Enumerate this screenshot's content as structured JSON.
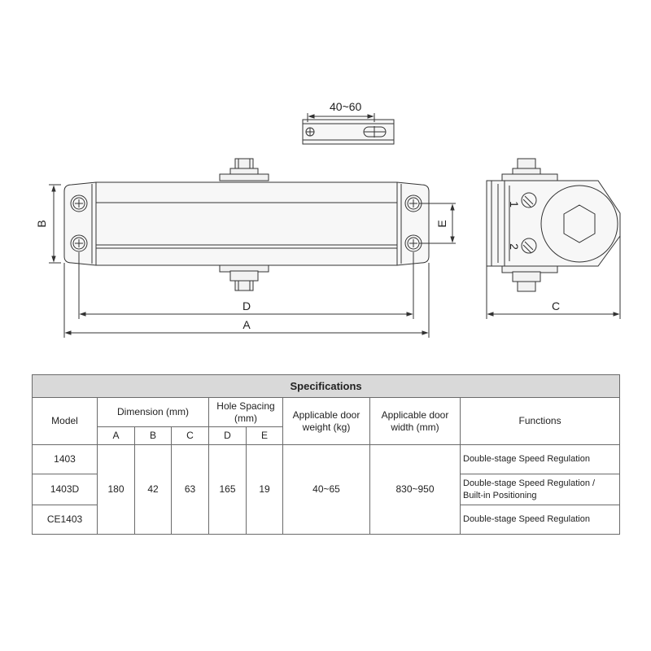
{
  "drawing": {
    "hole_spacing_label": "40~60",
    "dim_labels": {
      "A": "A",
      "B": "B",
      "C": "C",
      "D": "D",
      "E": "E"
    },
    "valve_labels": [
      "1",
      "2"
    ]
  },
  "table": {
    "title": "Specifications",
    "headers": {
      "model": "Model",
      "dimension": "Dimension (mm)",
      "hole_spacing": "Hole Spacing\n(mm)",
      "door_weight": "Applicable door\nweight (kg)",
      "door_width": "Applicable door\nwidth (mm)",
      "functions": "Functions",
      "sub": [
        "A",
        "B",
        "C",
        "D",
        "E"
      ]
    },
    "models": [
      "1403",
      "1403D",
      "CE1403"
    ],
    "values": {
      "A": "180",
      "B": "42",
      "C": "63",
      "D": "165",
      "E": "19",
      "weight": "40~65",
      "width": "830~950"
    },
    "functions": [
      "Double-stage Speed Regulation",
      "Double-stage Speed Regulation /\nBuilt-in Positioning",
      "Double-stage Speed Regulation"
    ]
  }
}
